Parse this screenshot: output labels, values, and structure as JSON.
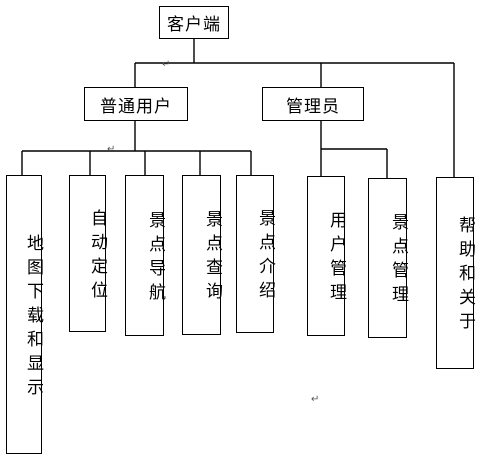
{
  "root": {
    "label": "客户端"
  },
  "groups": {
    "user": {
      "label": "普通用户"
    },
    "admin": {
      "label": "管理员"
    }
  },
  "user_functions": [
    {
      "label": "地图下载和显示"
    },
    {
      "label": "自动定位"
    },
    {
      "label": "景点导航"
    },
    {
      "label": "景点查询"
    },
    {
      "label": "景点介绍"
    }
  ],
  "admin_functions": [
    {
      "label": "用户管理"
    },
    {
      "label": "景点管理"
    }
  ],
  "help": {
    "label": "帮助和关于"
  },
  "para_mark": "↵"
}
